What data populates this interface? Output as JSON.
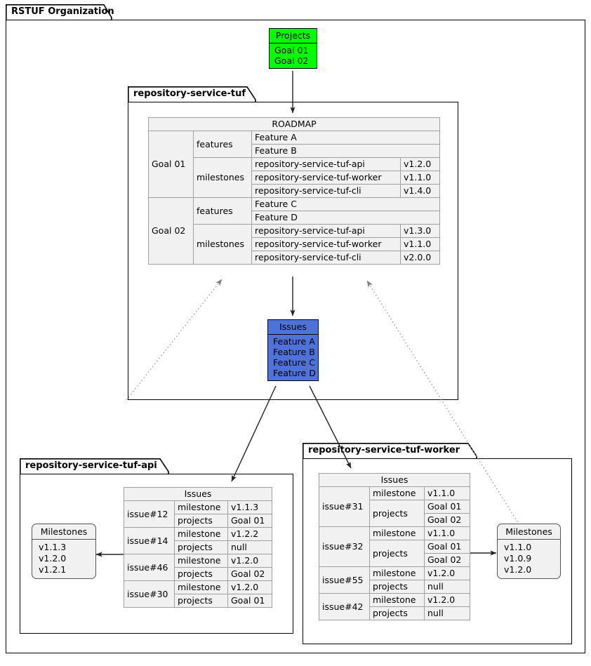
{
  "org": {
    "title": "RSTUF Organization"
  },
  "projects_node": {
    "title": "Projects",
    "color": "#00FF00",
    "items": [
      "Goal 01",
      "Goal 02"
    ]
  },
  "issues_node": {
    "title": "Issues",
    "color": "#4E72D8",
    "items": [
      "Feature A",
      "Feature B",
      "Feature C",
      "Feature D"
    ]
  },
  "packages": {
    "tuf": {
      "title": "repository-service-tuf"
    },
    "api": {
      "title": "repository-service-tuf-api"
    },
    "worker": {
      "title": "repository-service-tuf-worker"
    }
  },
  "roadmap": {
    "title": "ROADMAP",
    "rows": [
      {
        "goal": "Goal 01",
        "kind": "features",
        "name": "Feature A",
        "version": ""
      },
      {
        "goal": "",
        "kind": "",
        "name": "Feature B",
        "version": ""
      },
      {
        "goal": "",
        "kind": "milestones",
        "name": "repository-service-tuf-api",
        "version": "v1.2.0"
      },
      {
        "goal": "",
        "kind": "",
        "name": "repository-service-tuf-worker",
        "version": "v1.1.0"
      },
      {
        "goal": "",
        "kind": "",
        "name": "repository-service-tuf-cli",
        "version": "v1.4.0"
      },
      {
        "goal": "Goal 02",
        "kind": "features",
        "name": "Feature C",
        "version": ""
      },
      {
        "goal": "",
        "kind": "",
        "name": "Feature D",
        "version": ""
      },
      {
        "goal": "",
        "kind": "milestones",
        "name": "repository-service-tuf-api",
        "version": "v1.3.0"
      },
      {
        "goal": "",
        "kind": "",
        "name": "repository-service-tuf-worker",
        "version": "v1.1.0"
      },
      {
        "goal": "",
        "kind": "",
        "name": "repository-service-tuf-cli",
        "version": "v2.0.0"
      }
    ]
  },
  "api_issues": {
    "title": "Issues",
    "rows": [
      {
        "issue": "issue#12",
        "field": "milestone",
        "value": "v1.1.3"
      },
      {
        "issue": "",
        "field": "projects",
        "value": "Goal 01"
      },
      {
        "issue": "issue#14",
        "field": "milestone",
        "value": "v1.2.2"
      },
      {
        "issue": "",
        "field": "projects",
        "value": "null"
      },
      {
        "issue": "issue#46",
        "field": "milestone",
        "value": "v1.2.0"
      },
      {
        "issue": "",
        "field": "projects",
        "value": "Goal 02"
      },
      {
        "issue": "issue#30",
        "field": "milestone",
        "value": "v1.2.0"
      },
      {
        "issue": "",
        "field": "projects",
        "value": "Goal 01"
      }
    ]
  },
  "api_milestones": {
    "title": "Milestones",
    "items": [
      "v1.1.3",
      "v1.2.0",
      "v1.2.1"
    ]
  },
  "worker_issues": {
    "title": "Issues",
    "rows": [
      {
        "issue": "issue#31",
        "field": "milestone",
        "value": "v1.1.0"
      },
      {
        "issue": "",
        "field": "projects",
        "value": "Goal 01"
      },
      {
        "issue": "",
        "field": "",
        "value": "Goal 02"
      },
      {
        "issue": "issue#32",
        "field": "milestone",
        "value": "v1.1.0"
      },
      {
        "issue": "",
        "field": "projects",
        "value": "Goal 01"
      },
      {
        "issue": "",
        "field": "",
        "value": "Goal 02"
      },
      {
        "issue": "issue#55",
        "field": "milestone",
        "value": "v1.2.0"
      },
      {
        "issue": "",
        "field": "projects",
        "value": "null"
      },
      {
        "issue": "issue#42",
        "field": "milestone",
        "value": "v1.2.0"
      },
      {
        "issue": "",
        "field": "projects",
        "value": "null"
      }
    ]
  },
  "worker_milestones": {
    "title": "Milestones",
    "items": [
      "v1.1.0",
      "v1.0.9",
      "v1.2.0"
    ]
  }
}
